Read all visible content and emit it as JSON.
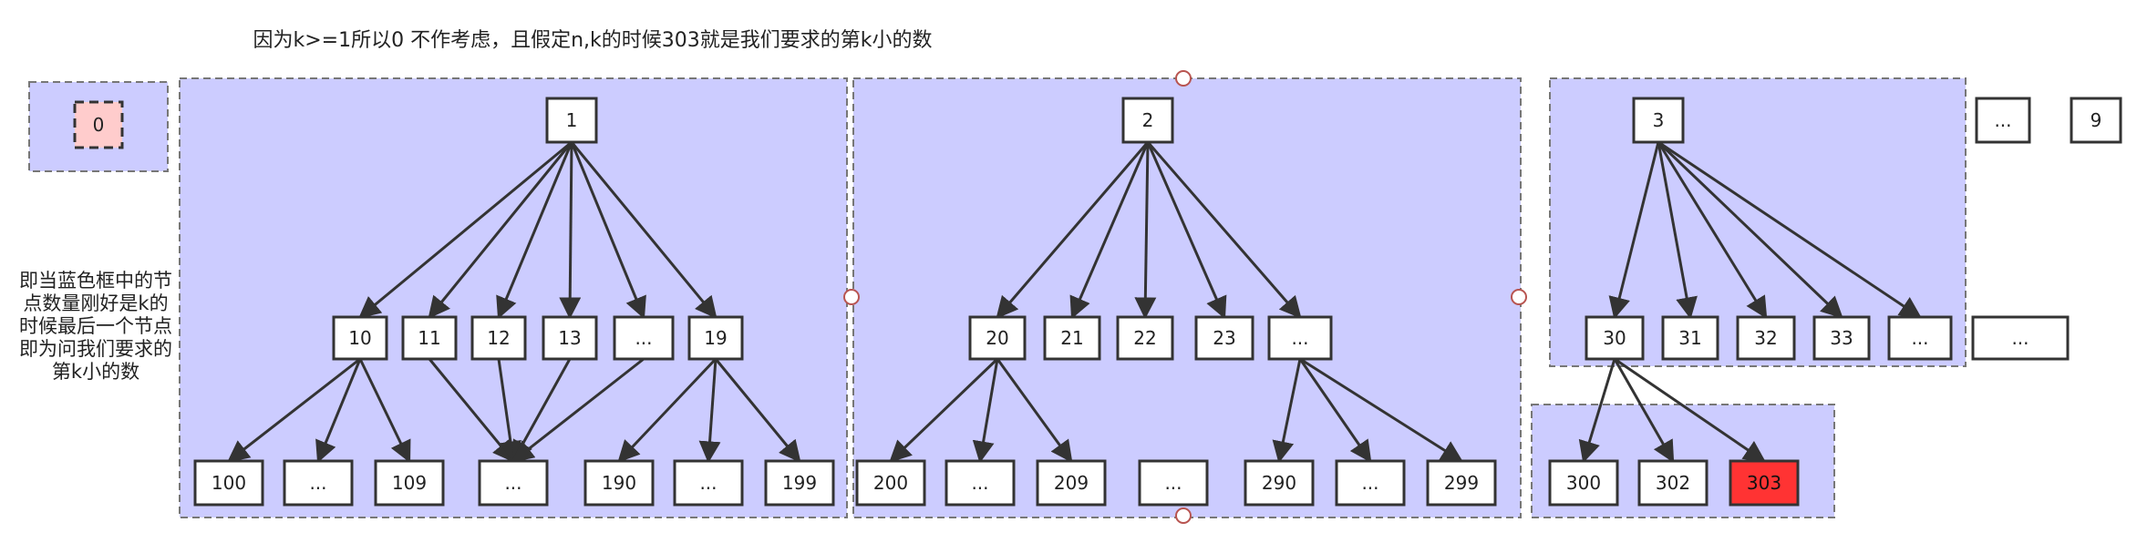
{
  "annotations": {
    "top_note": "因为k>=1所以0 不作考虑，且假定n,k的时候303就是我们要求的第k小的数",
    "side_note": "即当蓝色框中的节点数量刚好是k的时候最后一个节点即为问我们要求的第k小的数"
  },
  "colors": {
    "group_fill": "#ccccff",
    "group_border": "#777777",
    "node_border": "#333333",
    "zero_fill": "#ffcccc",
    "highlight_fill": "#ff3333",
    "handle_stroke": "#b85450",
    "edge": "#333333"
  },
  "nodes": {
    "zero": "0",
    "root_1": "1",
    "root_2": "2",
    "root_3": "3",
    "root_ellipsis": "...",
    "root_9": "9",
    "n10": "10",
    "n11": "11",
    "n12": "12",
    "n13": "13",
    "n1x": "...",
    "n19": "19",
    "n20": "20",
    "n21": "21",
    "n22": "22",
    "n23": "23",
    "n2x": "...",
    "n30": "30",
    "n31": "31",
    "n32": "32",
    "n33": "33",
    "n3x": "...",
    "nxx": "...",
    "n100": "100",
    "n10x": "...",
    "n109": "109",
    "n1xx": "...",
    "n190": "190",
    "n19x": "...",
    "n199": "199",
    "n200": "200",
    "n20x": "...",
    "n209": "209",
    "n2xx": "...",
    "n290": "290",
    "n29x": "...",
    "n299": "299",
    "n300": "300",
    "n302": "302",
    "n303": "303"
  }
}
